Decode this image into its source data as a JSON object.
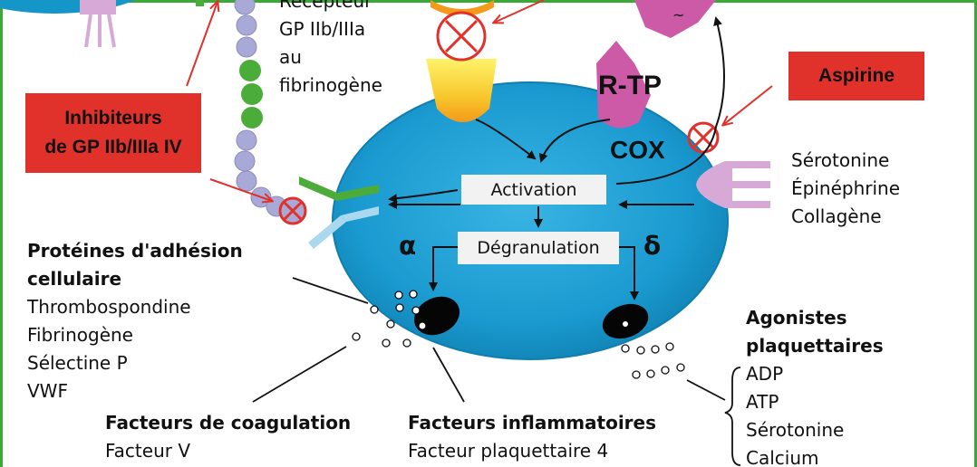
{
  "receptor_label": [
    "Récepteur",
    "GP IIb/IIIa",
    "au",
    "fibrinogène"
  ],
  "inhibitor_box": [
    "Inhibiteurs",
    "de GP IIb/IIIa IV"
  ],
  "aspirin_box": "Aspirine",
  "rtp_label": "R-TP",
  "cox_label": "COX",
  "activation_label": "Activation",
  "degranulation_label": "Dégranulation",
  "alpha_label": "α",
  "delta_label": "δ",
  "agonists_right": [
    "Sérotonine",
    "Épinéphrine",
    "Collagène"
  ],
  "adhesion": {
    "title": [
      "Protéines d'adhésion",
      "cellulaire"
    ],
    "items": [
      "Thrombospondine",
      "Fibrinogène",
      "Sélectine P",
      "VWF"
    ]
  },
  "coagulation": {
    "title": "Facteurs de coagulation",
    "items": [
      "Facteur V"
    ]
  },
  "inflammatory": {
    "title": "Facteurs inflammatoires",
    "items": [
      "Facteur plaquettaire 4"
    ]
  },
  "platelet_agonists": {
    "title": [
      "Agonistes",
      "plaquettaires"
    ],
    "items": [
      "ADP",
      "ATP",
      "Sérotonine",
      "Calcium"
    ]
  },
  "colors": {
    "frame_green": "#3aa935",
    "cell_blue": "#1596c8",
    "alert_red": "#e0312b",
    "receptor_purple": "#cc5aa6",
    "receptor_orange": "#f4a11d",
    "bead_lavender": "#a9a9d8",
    "bead_green": "#4cac3a"
  }
}
